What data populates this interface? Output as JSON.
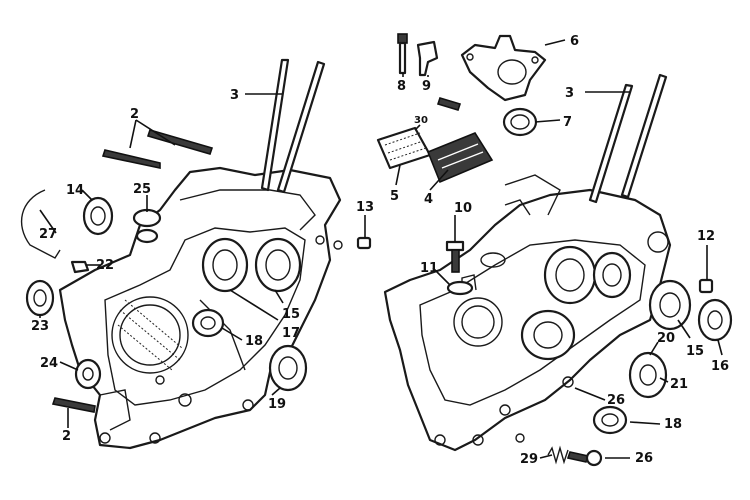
{
  "callouts": {
    "left_2_top": "2",
    "left_2_bottom": "2",
    "left_3": "3",
    "left_14": "14",
    "left_25": "25",
    "left_27": "27",
    "left_22": "22",
    "left_23": "23",
    "left_24": "24",
    "left_15": "15",
    "left_17": "17",
    "left_18": "18",
    "left_19": "19",
    "right_8": "8",
    "right_9": "9",
    "right_6": "6",
    "right_3": "3",
    "right_7": "7",
    "right_30": "30",
    "right_5": "5",
    "right_4": "4",
    "right_13": "13",
    "right_10": "10",
    "right_11": "11",
    "right_12": "12",
    "right_15": "15",
    "right_16": "16",
    "right_20": "20",
    "right_21": "21",
    "right_26_mid": "26",
    "right_18": "18",
    "right_29": "29",
    "right_26_bottom": "26"
  }
}
